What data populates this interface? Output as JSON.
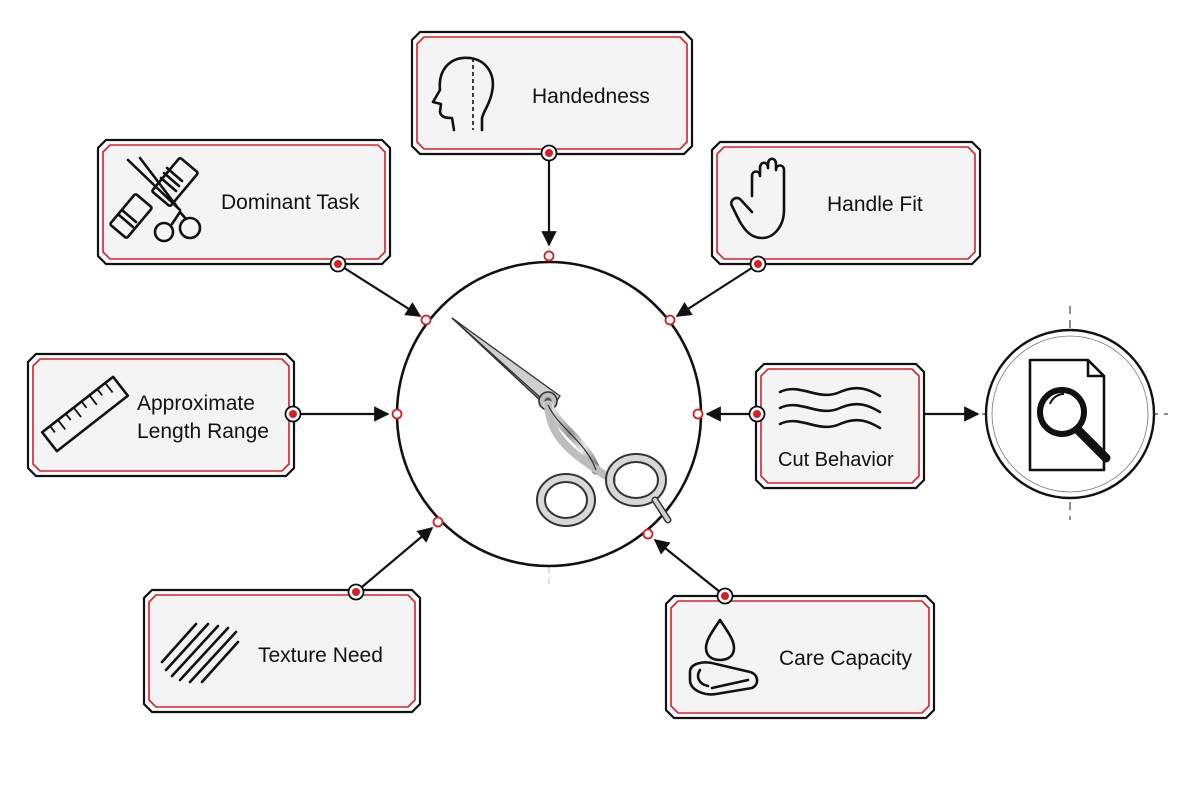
{
  "diagram": {
    "nodes": [
      {
        "id": "handedness",
        "label": "Handedness",
        "icon": "head-profile-icon"
      },
      {
        "id": "dominant-task",
        "label": "Dominant Task",
        "icon": "scissors-comb-icon"
      },
      {
        "id": "handle-fit",
        "label": "Handle Fit",
        "icon": "hand-icon"
      },
      {
        "id": "length-range",
        "label_line1": "Approximate",
        "label_line2": "Length Range",
        "icon": "ruler-icon"
      },
      {
        "id": "cut-behavior",
        "label": "Cut Behavior",
        "icon": "wave-lines-icon"
      },
      {
        "id": "texture-need",
        "label": "Texture Need",
        "icon": "texture-lines-icon"
      },
      {
        "id": "care-capacity",
        "label": "Care Capacity",
        "icon": "droplet-towel-icon"
      }
    ],
    "center_icon": "shears-icon",
    "output_icon": "document-magnifier-icon",
    "colors": {
      "accent": "#d91f26",
      "stroke": "#111111",
      "card_fill": "#f4f4f4"
    }
  }
}
